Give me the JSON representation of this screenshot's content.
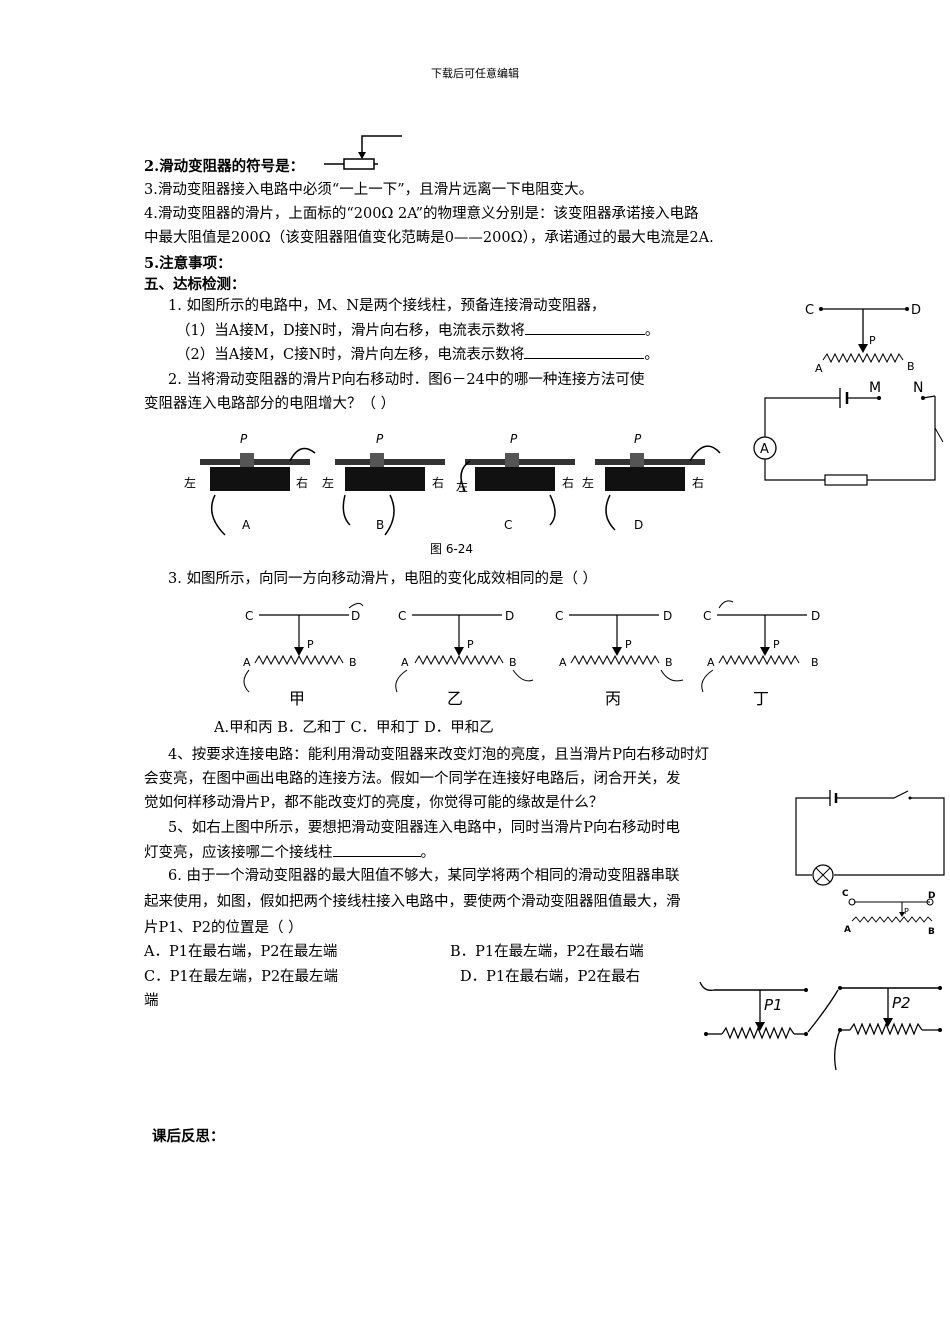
{
  "header": "下载后可任意编辑",
  "items": {
    "p2": "2.",
    "p2_text": "滑动变阻器的符号是：",
    "p3": "3.滑动变阻器接入电路中必须“一上一下”，且滑片远离一下电阻变大。",
    "p4a": "4.滑动变阻器的滑片，上面标的“200Ω  2A”的物理意义分别是：该变阻器承诺接入电路",
    "p4b": "中最大阻值是200Ω（该变阻器阻值变化范畴是0——200Ω），承诺通过的最大电流是2A.",
    "p5": "5.注意事项：",
    "sec5": "五、达标检测："
  },
  "q1": {
    "stem": "1. 如图所示的电路中，M、N是两个接线柱，预备连接滑动变阻器，",
    "sub1": "（1）当A接M，D接N时，滑片向右移，电流表示数将",
    "sub2": "（2）当A接M，C接N时，滑片向左移，电流表示数将",
    "end": "。",
    "fig": {
      "C": "C",
      "D": "D",
      "P": "P",
      "A": "A",
      "B": "B",
      "M": "M",
      "N": "N",
      "meter": "A"
    }
  },
  "q2": {
    "stem1": "2. 当将滑动变阻器的滑片P向右移动时．图6－24中的哪一种连接方法可使",
    "stem2": "变阻器连入电路部分的电阻增大？（        ）",
    "caption": "图 6-24",
    "P": "P",
    "left": "左",
    "right": "右",
    "labels": [
      "A",
      "B",
      "C",
      "D"
    ]
  },
  "q3": {
    "stem": "3. 如图所示，向同一方向移动滑片，电阻的变化成效相同的是（  ）",
    "C": "C",
    "D": "D",
    "P": "P",
    "A": "A",
    "B": "B",
    "names": [
      "甲",
      "乙",
      "丙",
      "丁"
    ],
    "options": "A.甲和丙       B．乙和丁      C．甲和丁       D．甲和乙"
  },
  "q4": {
    "l1": "4、按要求连接电路：能利用滑动变阻器来改变灯泡的亮度，且当滑片P向右移动时灯",
    "l2": "会变亮，在图中画出电路的连接方法。假如一个同学在连接好电路后，闭合开关，发",
    "l3": "觉如何样移动滑片P，都不能改变灯的亮度，你觉得可能的缘故是什么？"
  },
  "q5": {
    "l1": "5、如右上图中所示，要想把滑动变阻器连入电路中，同时当滑片P向右移动时电",
    "l2": "灯变亮，应该接哪二个接线柱",
    "end": "。",
    "fig": {
      "C": "C",
      "D": "D",
      "P": "P",
      "A": "A",
      "B": "B"
    }
  },
  "q6": {
    "l1": "6. 由于一个滑动变阻器的最大阻值不够大，某同学将两个相同的滑动变阻器串联",
    "l2": "起来使用，如图，假如把两个接线柱接入电路中，要使两个滑动变阻器阻值最大，滑",
    "l3": "片P1、P2的位置是（  ）",
    "optA": "A．P1在最右端，P2在最左端",
    "optB": "B．P1在最左端，P2在最右端",
    "optC": "C．P1在最左端，P2在最左端",
    "optD": "D．P1在最右端，P2在最右",
    "optD2": "端",
    "fig": {
      "P1": "P1",
      "P2": "P2"
    }
  },
  "reflection": "课后反思："
}
